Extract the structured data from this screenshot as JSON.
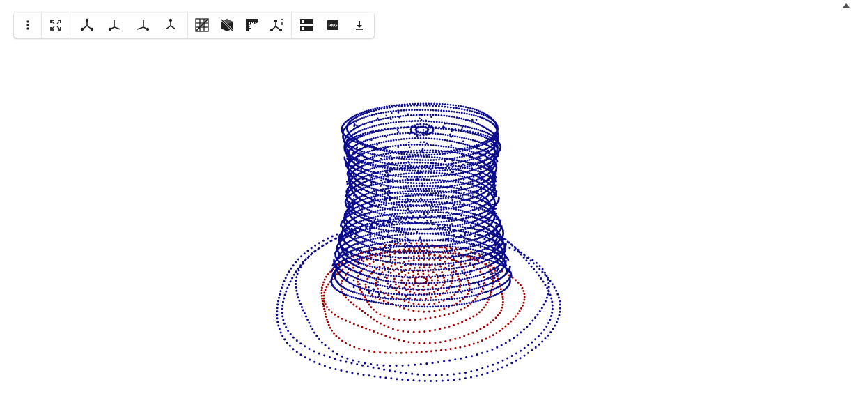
{
  "viewer": {
    "background": "#ffffff",
    "point_colors": {
      "shell": "#0a0a8c",
      "contours": "#a00000"
    }
  },
  "toolbar": {
    "groups": [
      [
        {
          "name": "more-options",
          "icon": "more-vert-icon"
        },
        {
          "name": "fullscreen",
          "icon": "fullscreen-icon"
        }
      ],
      [
        {
          "name": "view-isometric",
          "icon": "axes-view-icon"
        },
        {
          "name": "view-left",
          "icon": "axes-view-icon"
        },
        {
          "name": "view-right",
          "icon": "axes-view-icon"
        },
        {
          "name": "view-top",
          "icon": "axes-view-icon"
        }
      ],
      [
        {
          "name": "toggle-grid",
          "icon": "grid-icon"
        },
        {
          "name": "toggle-shading",
          "icon": "shading-off-icon"
        },
        {
          "name": "toggle-ruler",
          "icon": "ruler-icon"
        },
        {
          "name": "toggle-axes-labels",
          "icon": "axes-info-icon"
        }
      ],
      [
        {
          "name": "toggle-panel",
          "icon": "storage-icon"
        },
        {
          "name": "save-png",
          "icon": "png-icon",
          "label": "PNG"
        },
        {
          "name": "download",
          "icon": "download-icon"
        }
      ]
    ]
  }
}
